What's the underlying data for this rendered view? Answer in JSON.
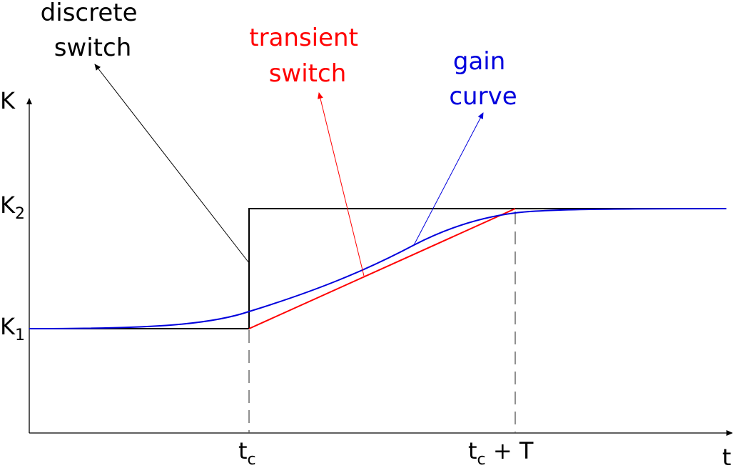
{
  "colors": {
    "axis": "#000000",
    "discrete": "#000000",
    "transient": "#ff0000",
    "gain": "#0000dd",
    "guide": "#555555"
  },
  "axes": {
    "y_label": "K",
    "x_label": "t",
    "k1_main": "K",
    "k1_sub": "1",
    "k2_main": "K",
    "k2_sub": "2",
    "tc_main": "t",
    "tc_sub": "c",
    "tcT_main": "t",
    "tcT_sub": "c",
    "tcT_rest": " + T"
  },
  "labels": {
    "discrete": [
      "discrete",
      "switch"
    ],
    "transient": [
      "transient",
      "switch"
    ],
    "gain": [
      "gain",
      "curve"
    ]
  }
}
